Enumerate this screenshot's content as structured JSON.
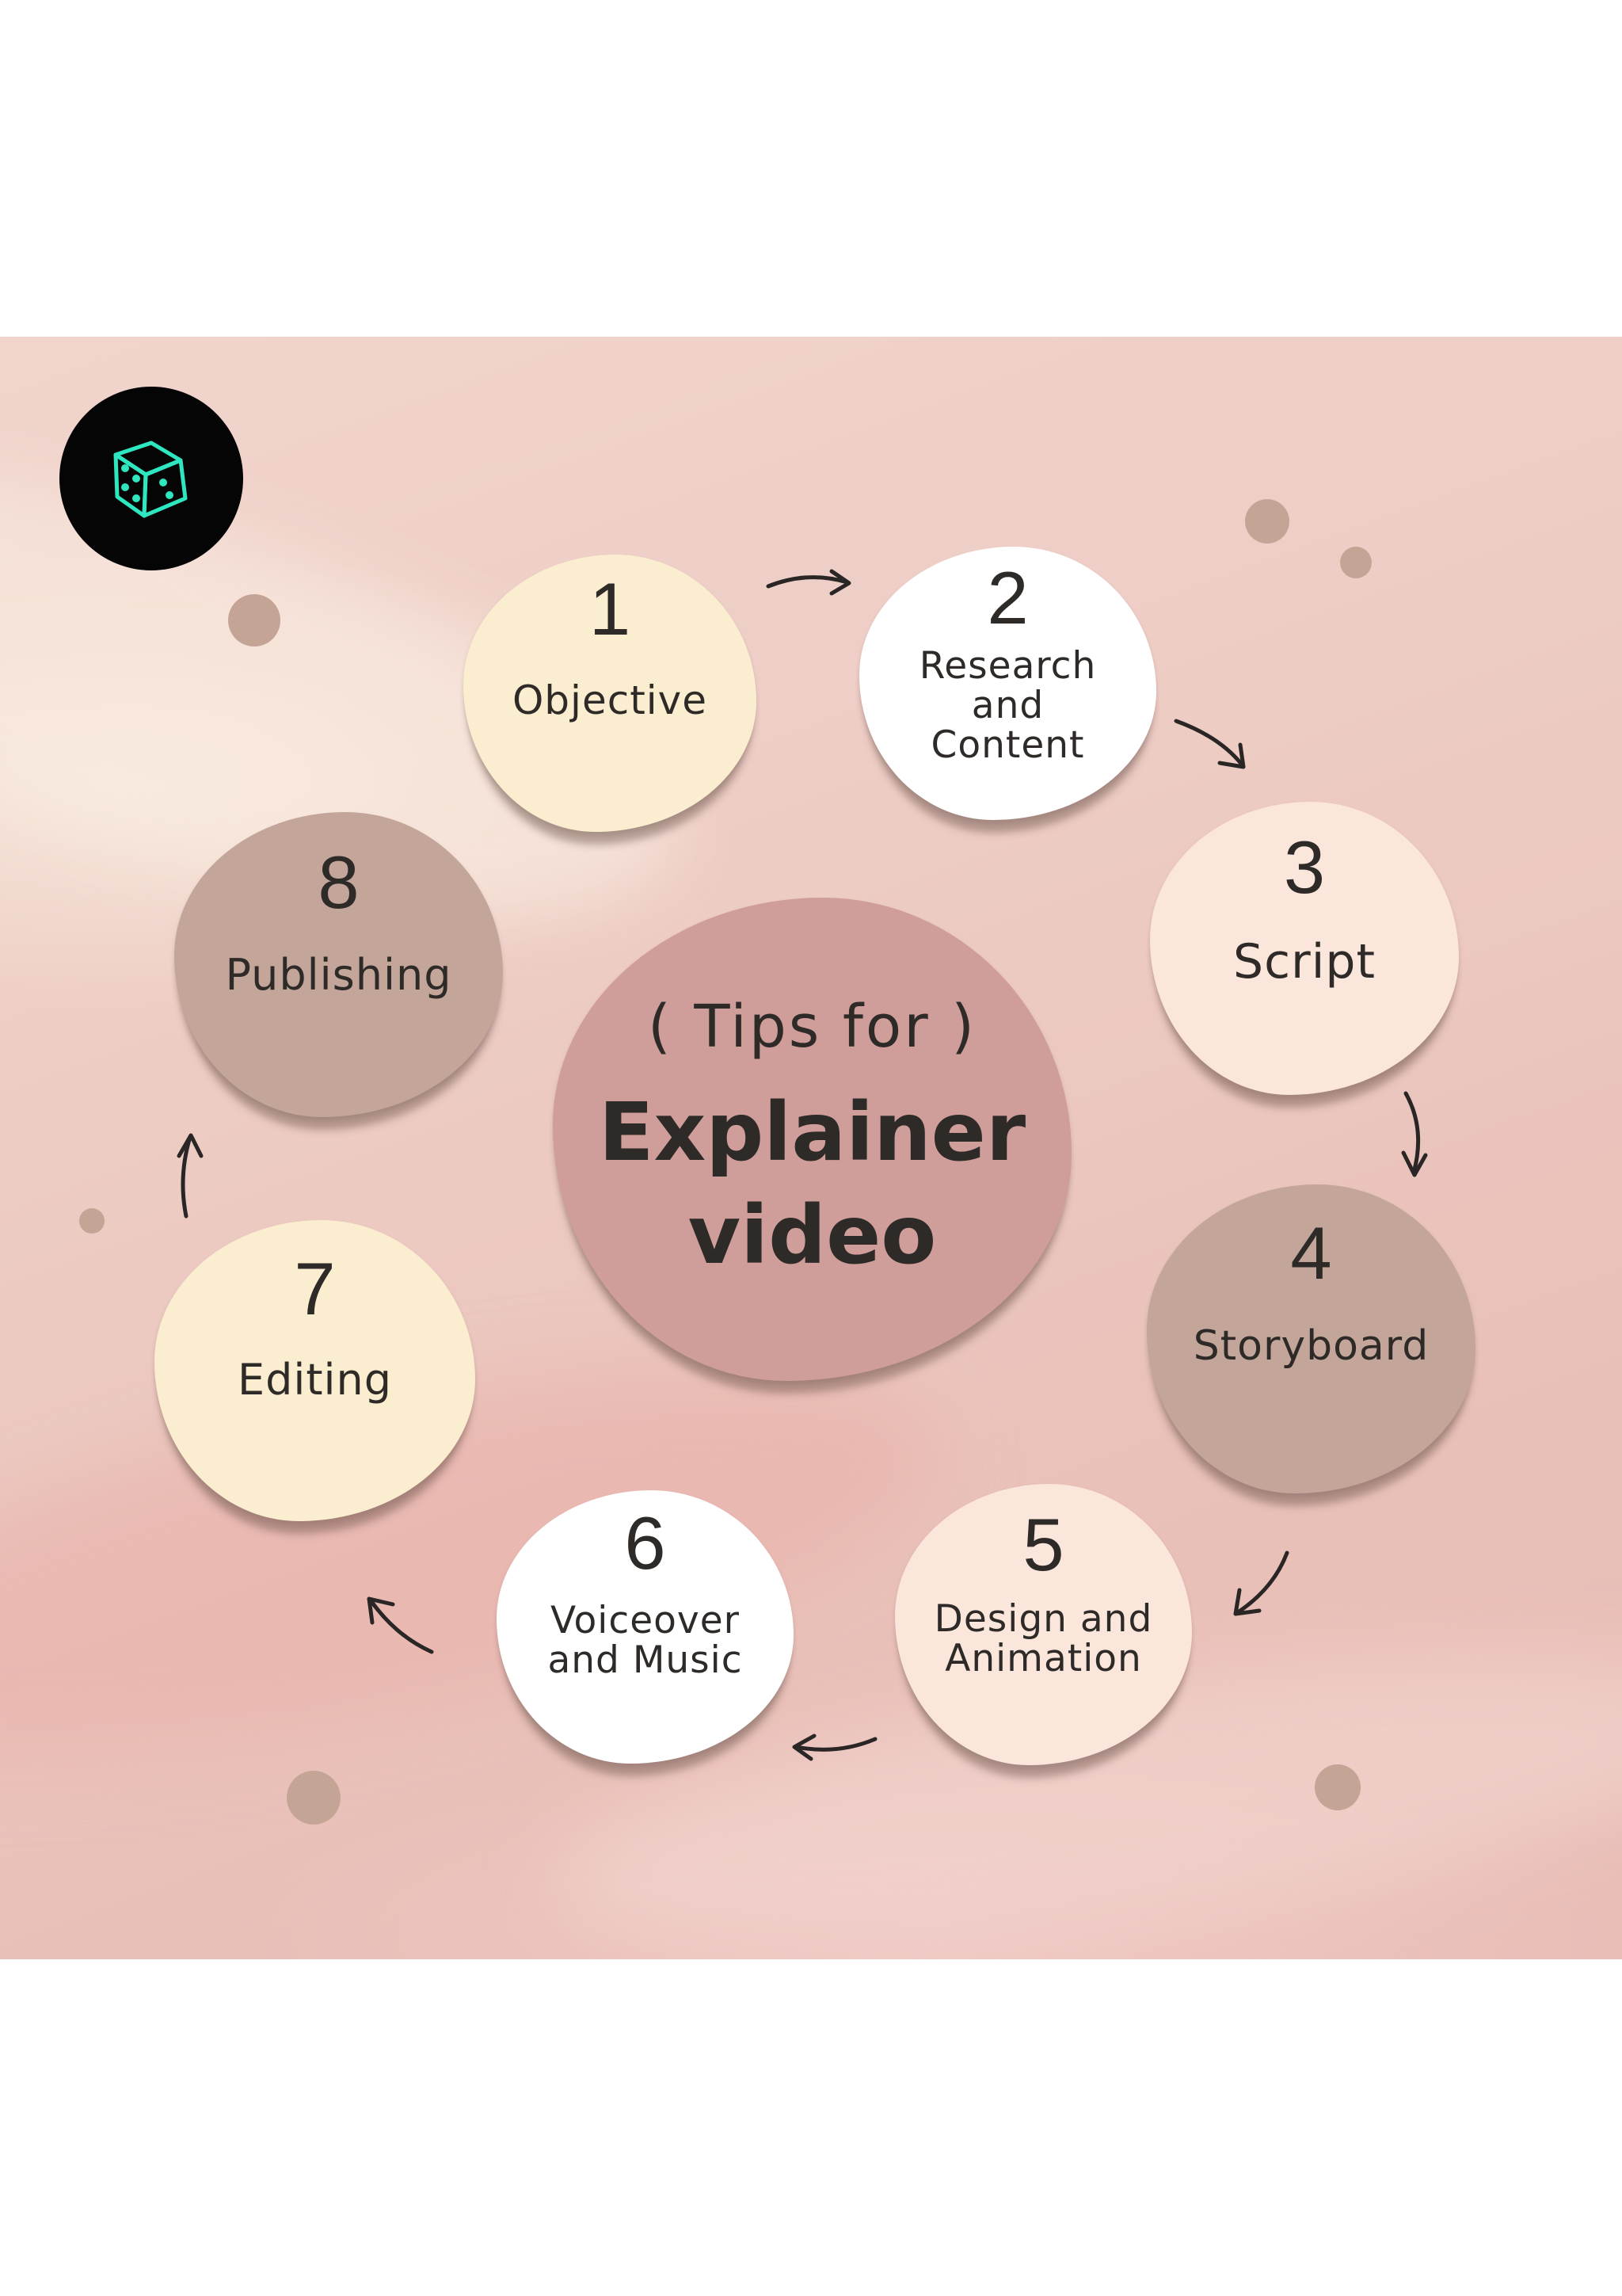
{
  "center": {
    "prefix": "( Tips for )",
    "title_line1": "Explainer",
    "title_line2": "video"
  },
  "steps": [
    {
      "number": "1",
      "label": "Objective"
    },
    {
      "number": "2",
      "label_lines": [
        "Research",
        "and",
        "Content"
      ]
    },
    {
      "number": "3",
      "label": "Script"
    },
    {
      "number": "4",
      "label": "Storyboard"
    },
    {
      "number": "5",
      "label_lines": [
        "Design and",
        "Animation"
      ]
    },
    {
      "number": "6",
      "label_lines": [
        "Voiceover",
        "and Music"
      ]
    },
    {
      "number": "7",
      "label": "Editing"
    },
    {
      "number": "8",
      "label": "Publishing"
    }
  ],
  "colors": {
    "cream": "#fbedcf",
    "white": "#ffffff",
    "peach": "#fbe6dc",
    "taupe": "#c3a59a",
    "rose": "#cf9e9a",
    "text": "#2d2a28",
    "logo_bg": "#050505",
    "logo_accent": "#2ee6c0"
  },
  "icons": {
    "logo": "dice-icon",
    "connector": "curved-arrow-icon"
  }
}
